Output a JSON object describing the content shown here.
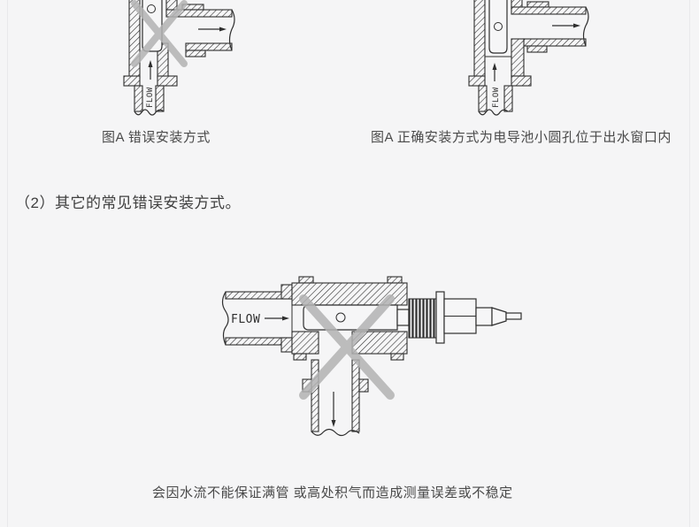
{
  "colors": {
    "background": "#f5f5f6",
    "line": "#2f2f2f",
    "cross": "#b3b3b3",
    "text": "#4a4a4a"
  },
  "heading": {
    "text": "（2）其它的常见错误安装方式。"
  },
  "figures": {
    "top_wrong": {
      "flow_label": "FLOW",
      "caption": "图A 错误安装方式"
    },
    "top_correct": {
      "flow_label": "FLOW",
      "caption": "图A 正确安装方式为电导池小圆孔位于出水窗口内"
    },
    "main_wrong": {
      "flow_label": "FLOW",
      "caption": "会因水流不能保证满管 或高处积气而造成测量误差或不稳定"
    }
  }
}
